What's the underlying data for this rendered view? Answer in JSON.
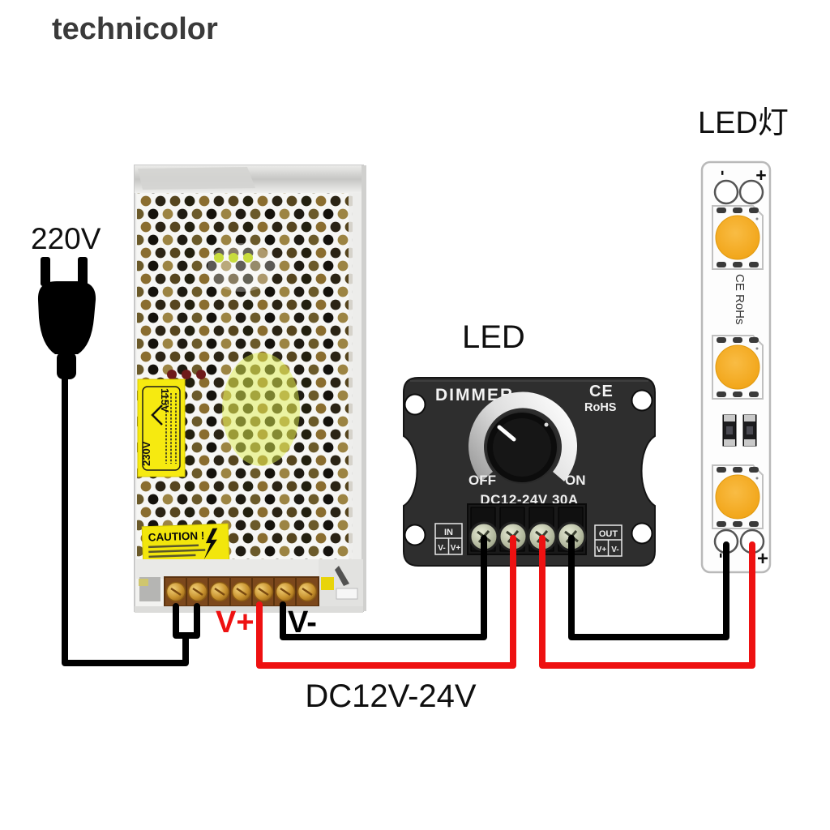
{
  "watermark": "technicolor",
  "plug": {
    "label": "220V"
  },
  "power_supply": {
    "voltage_select_top": "115V",
    "voltage_select_bottom": "230V",
    "caution_text": "CAUTION !",
    "output_positive_label": "V+",
    "output_negative_label": "V-"
  },
  "dimmer": {
    "heading": "LED",
    "title": "DIMMER",
    "ce_mark": "CE",
    "rohs_mark": "RoHS",
    "off_label": "OFF",
    "on_label": "ON",
    "rating": "DC12-24V 30A",
    "in_box": {
      "title": "IN",
      "left": "V-",
      "right": "V+"
    },
    "out_box": {
      "title": "OUT",
      "left": "V+",
      "right": "V-"
    }
  },
  "led_strip": {
    "heading": "LED灯",
    "cert_text": "CE RoHs",
    "top_pads": {
      "negative": "-",
      "positive": "+"
    },
    "bottom_pads": {
      "negative": "-",
      "positive": "+"
    }
  },
  "wiring": {
    "dc_range_label": "DC12V-24V"
  },
  "colors": {
    "wire_red": "#ee1111",
    "wire_black": "#000000",
    "label_yellow": "#f5e80e",
    "led_amber": "#f2a71c"
  }
}
